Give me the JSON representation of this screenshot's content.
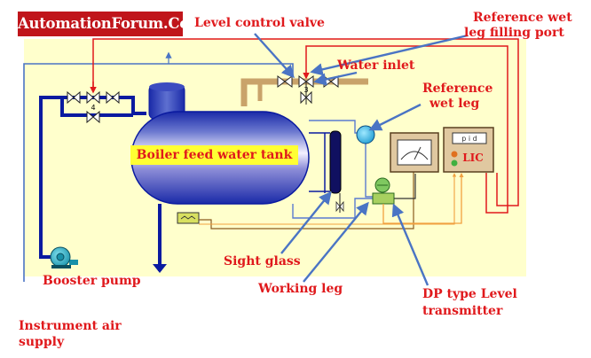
{
  "brand": "AutomationForum.Co",
  "labels": {
    "level_control_valve": "Level control valve",
    "water_inlet": "Water inlet",
    "reference_wet_leg_filling_port_line1": "Reference wet",
    "reference_wet_leg_filling_port_line2": "leg filling port",
    "reference_wet_leg_line1": "Reference",
    "reference_wet_leg_line2": "wet leg",
    "boiler_feed_water_tank": "Boiler feed water tank",
    "sight_glass": "Sight glass",
    "booster_pump": "Booster pump",
    "working_leg": "Working leg",
    "dp_transmitter_line1": "DP type Level",
    "dp_transmitter_line2": "transmitter",
    "instrument_air_line1": "Instrument air",
    "instrument_air_line2": "supply"
  },
  "controller": {
    "display": "p i d",
    "tag": "LIC"
  },
  "valve_numbers": {
    "inlet_manifold": "3",
    "pump_bypass": "4"
  },
  "colors": {
    "background": "#ffffcc",
    "signal_red": "#e0191c",
    "water_pipe": "#0a1aa0",
    "inlet_pipe": "#c9a36a",
    "tank_dark": "#1a2aa8",
    "tank_light": "#ffffff",
    "arrow_blue": "#4a74c4",
    "pump": "#2aa6b8",
    "analog_signal": "#f0a040"
  }
}
